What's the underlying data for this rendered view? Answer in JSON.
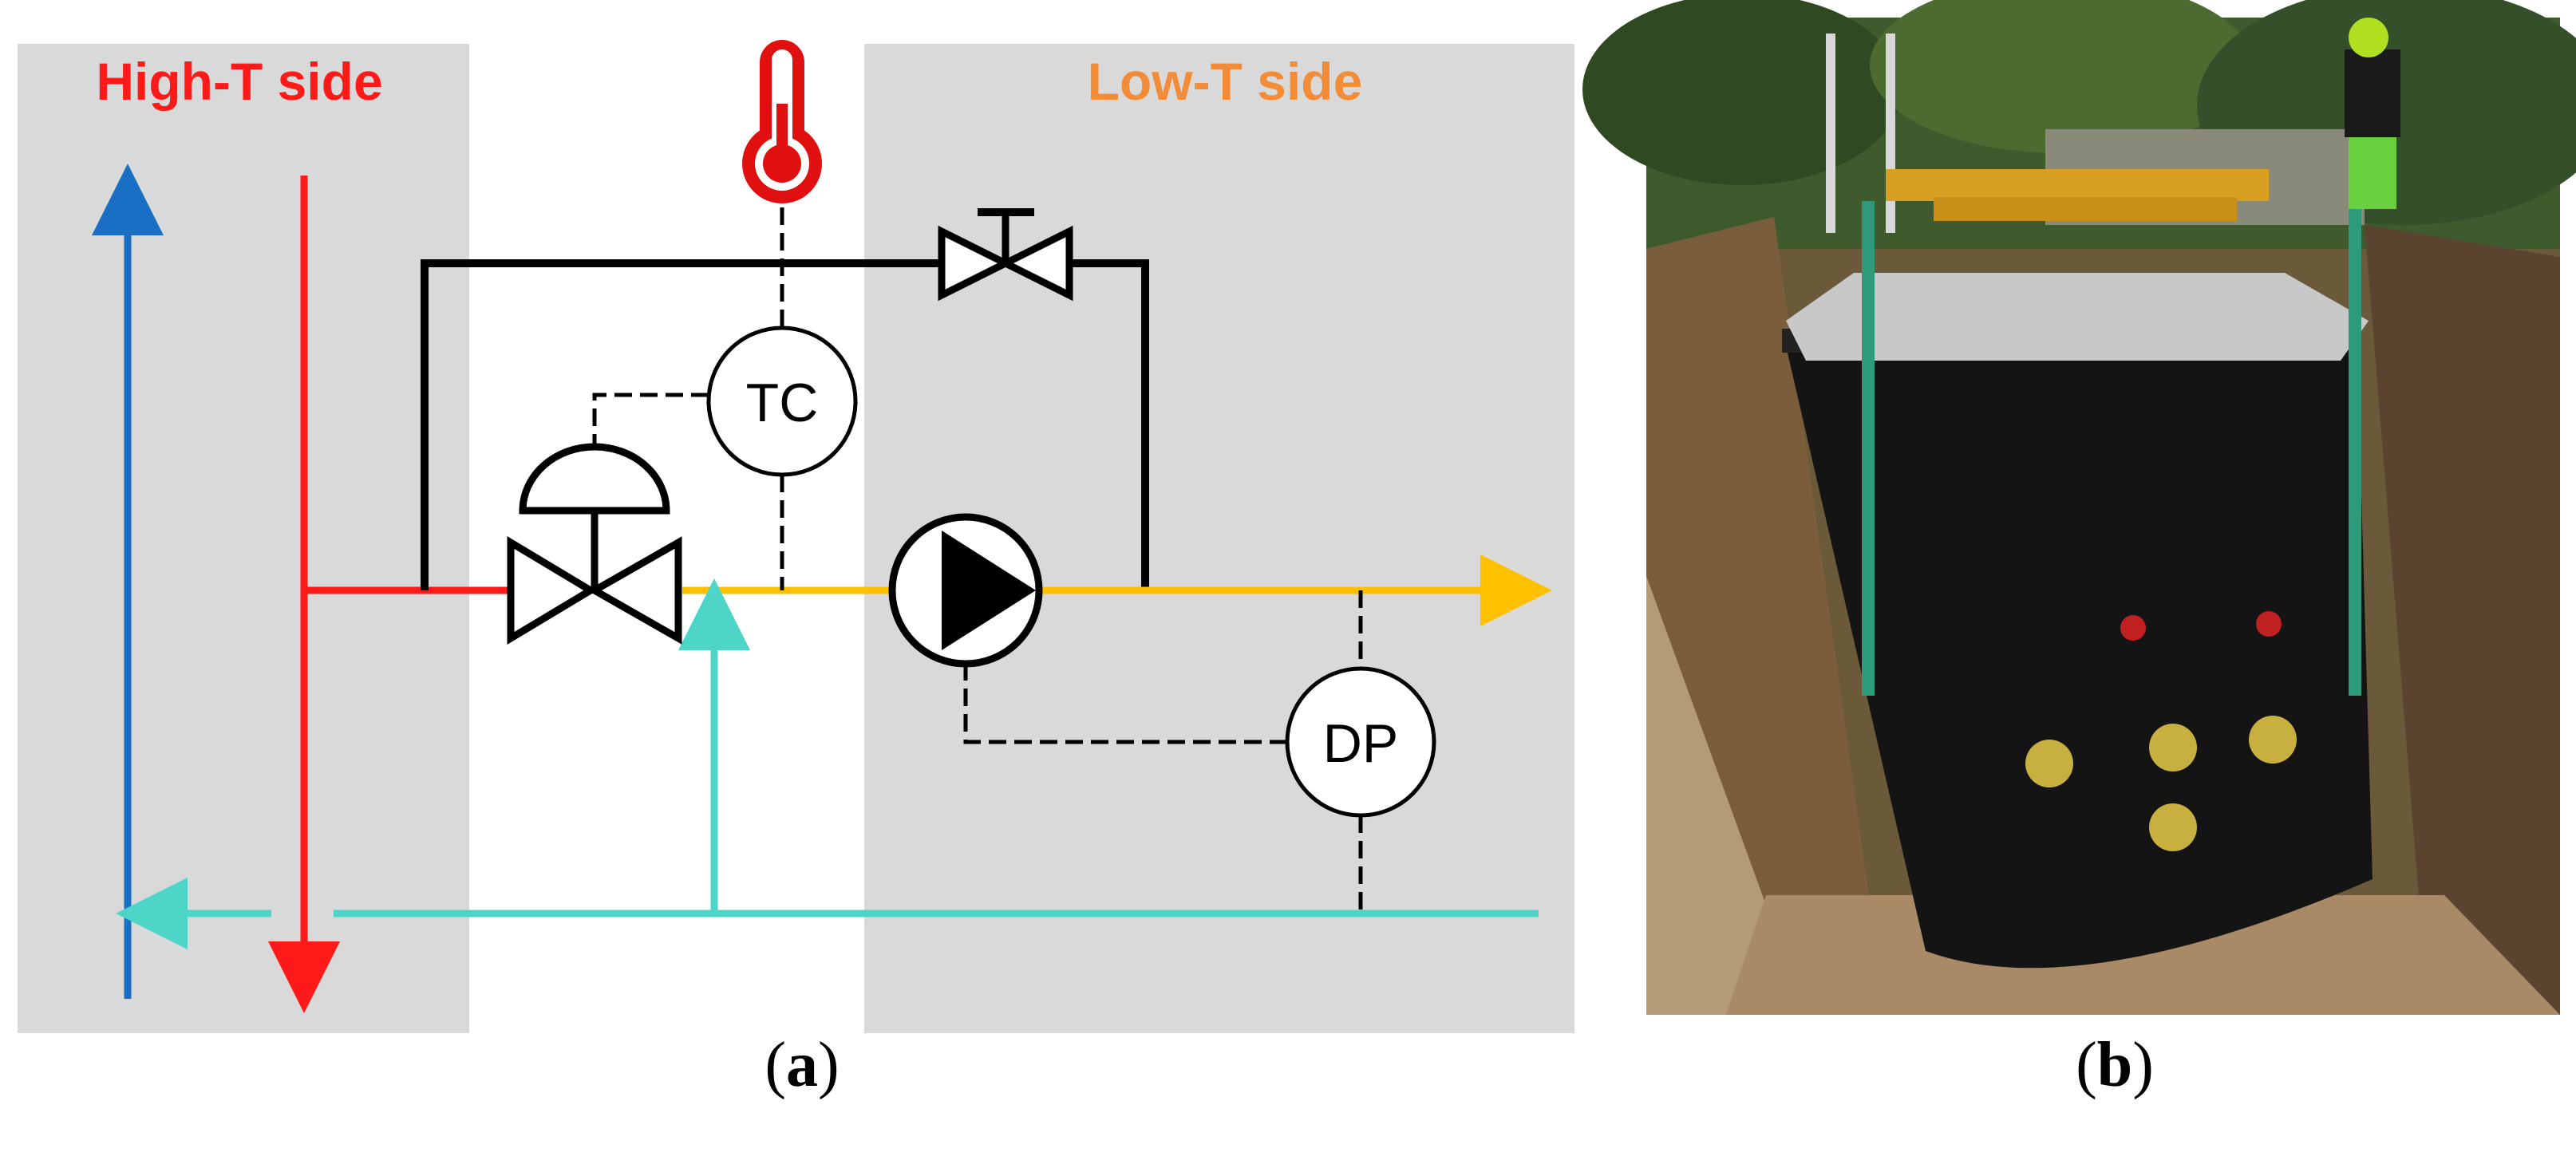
{
  "panel_a": {
    "high_t_label": "High-T side",
    "low_t_label": "Low-T side",
    "tc_label": "TC",
    "dp_label": "DP",
    "colors": {
      "high_t_text": "#ff1a1a",
      "low_t_text": "#f28c38",
      "supply_hot": "#ff1a1a",
      "return_high": "#1a6fc4",
      "low_t_supply": "#ffc000",
      "low_t_return": "#4dd6c8",
      "panel_bg": "#d9d9d9",
      "thermometer": "#e01010"
    },
    "icons": [
      "thermometer-icon",
      "control-valve-icon",
      "hand-valve-icon",
      "pump-icon"
    ]
  },
  "panel_b": {
    "description_icon": "substation-installation-photo"
  },
  "captions": {
    "a_open": "(",
    "a_letter": "a",
    "a_close": ")",
    "b_open": "(",
    "b_letter": "b",
    "b_close": ")"
  }
}
